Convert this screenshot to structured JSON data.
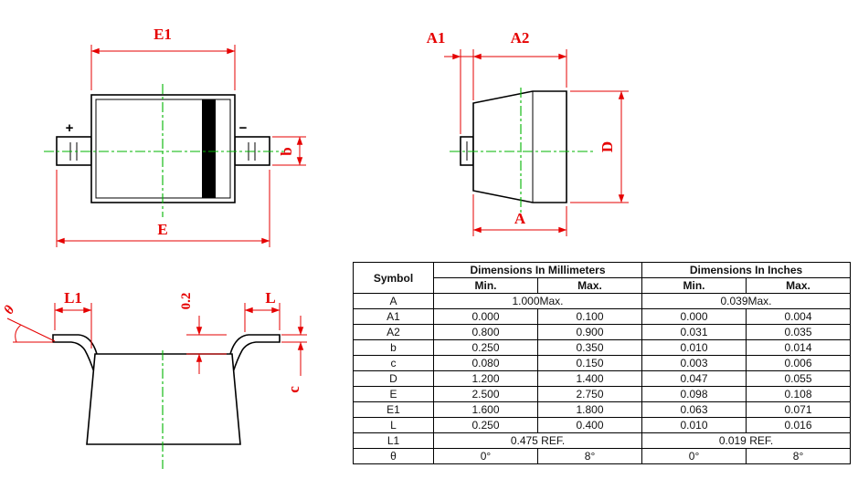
{
  "colors": {
    "dimension_red": "#e50000",
    "centerline_green": "#00b400",
    "outline_black": "#000000"
  },
  "drawings": {
    "top_view": {
      "plus": "+",
      "minus": "−",
      "e1": "E1",
      "e": "E",
      "b": "b"
    },
    "side_view": {
      "a1": "A1",
      "a2": "A2",
      "d": "D",
      "a": "A"
    },
    "profile_view": {
      "l1": "L1",
      "l": "L",
      "gap": "0.2",
      "c": "c",
      "theta": "θ"
    }
  },
  "table": {
    "headers": {
      "symbol": "Symbol",
      "mm": "Dimensions In Millimeters",
      "inch": "Dimensions In Inches",
      "min": "Min.",
      "max": "Max."
    },
    "rows": [
      {
        "symbol": "A",
        "span": true,
        "mm": "1.000Max.",
        "inch": "0.039Max."
      },
      {
        "symbol": "A1",
        "span": false,
        "mm_min": "0.000",
        "mm_max": "0.100",
        "in_min": "0.000",
        "in_max": "0.004"
      },
      {
        "symbol": "A2",
        "span": false,
        "mm_min": "0.800",
        "mm_max": "0.900",
        "in_min": "0.031",
        "in_max": "0.035"
      },
      {
        "symbol": "b",
        "span": false,
        "mm_min": "0.250",
        "mm_max": "0.350",
        "in_min": "0.010",
        "in_max": "0.014"
      },
      {
        "symbol": "c",
        "span": false,
        "mm_min": "0.080",
        "mm_max": "0.150",
        "in_min": "0.003",
        "in_max": "0.006"
      },
      {
        "symbol": "D",
        "span": false,
        "mm_min": "1.200",
        "mm_max": "1.400",
        "in_min": "0.047",
        "in_max": "0.055"
      },
      {
        "symbol": "E",
        "span": false,
        "mm_min": "2.500",
        "mm_max": "2.750",
        "in_min": "0.098",
        "in_max": "0.108"
      },
      {
        "symbol": "E1",
        "span": false,
        "mm_min": "1.600",
        "mm_max": "1.800",
        "in_min": "0.063",
        "in_max": "0.071"
      },
      {
        "symbol": "L",
        "span": false,
        "mm_min": "0.250",
        "mm_max": "0.400",
        "in_min": "0.010",
        "in_max": "0.016"
      },
      {
        "symbol": "L1",
        "span": true,
        "mm": "0.475 REF.",
        "inch": "0.019 REF."
      },
      {
        "symbol": "θ",
        "span": false,
        "mm_min": "0°",
        "mm_max": "8°",
        "in_min": "0°",
        "in_max": "8°"
      }
    ]
  }
}
